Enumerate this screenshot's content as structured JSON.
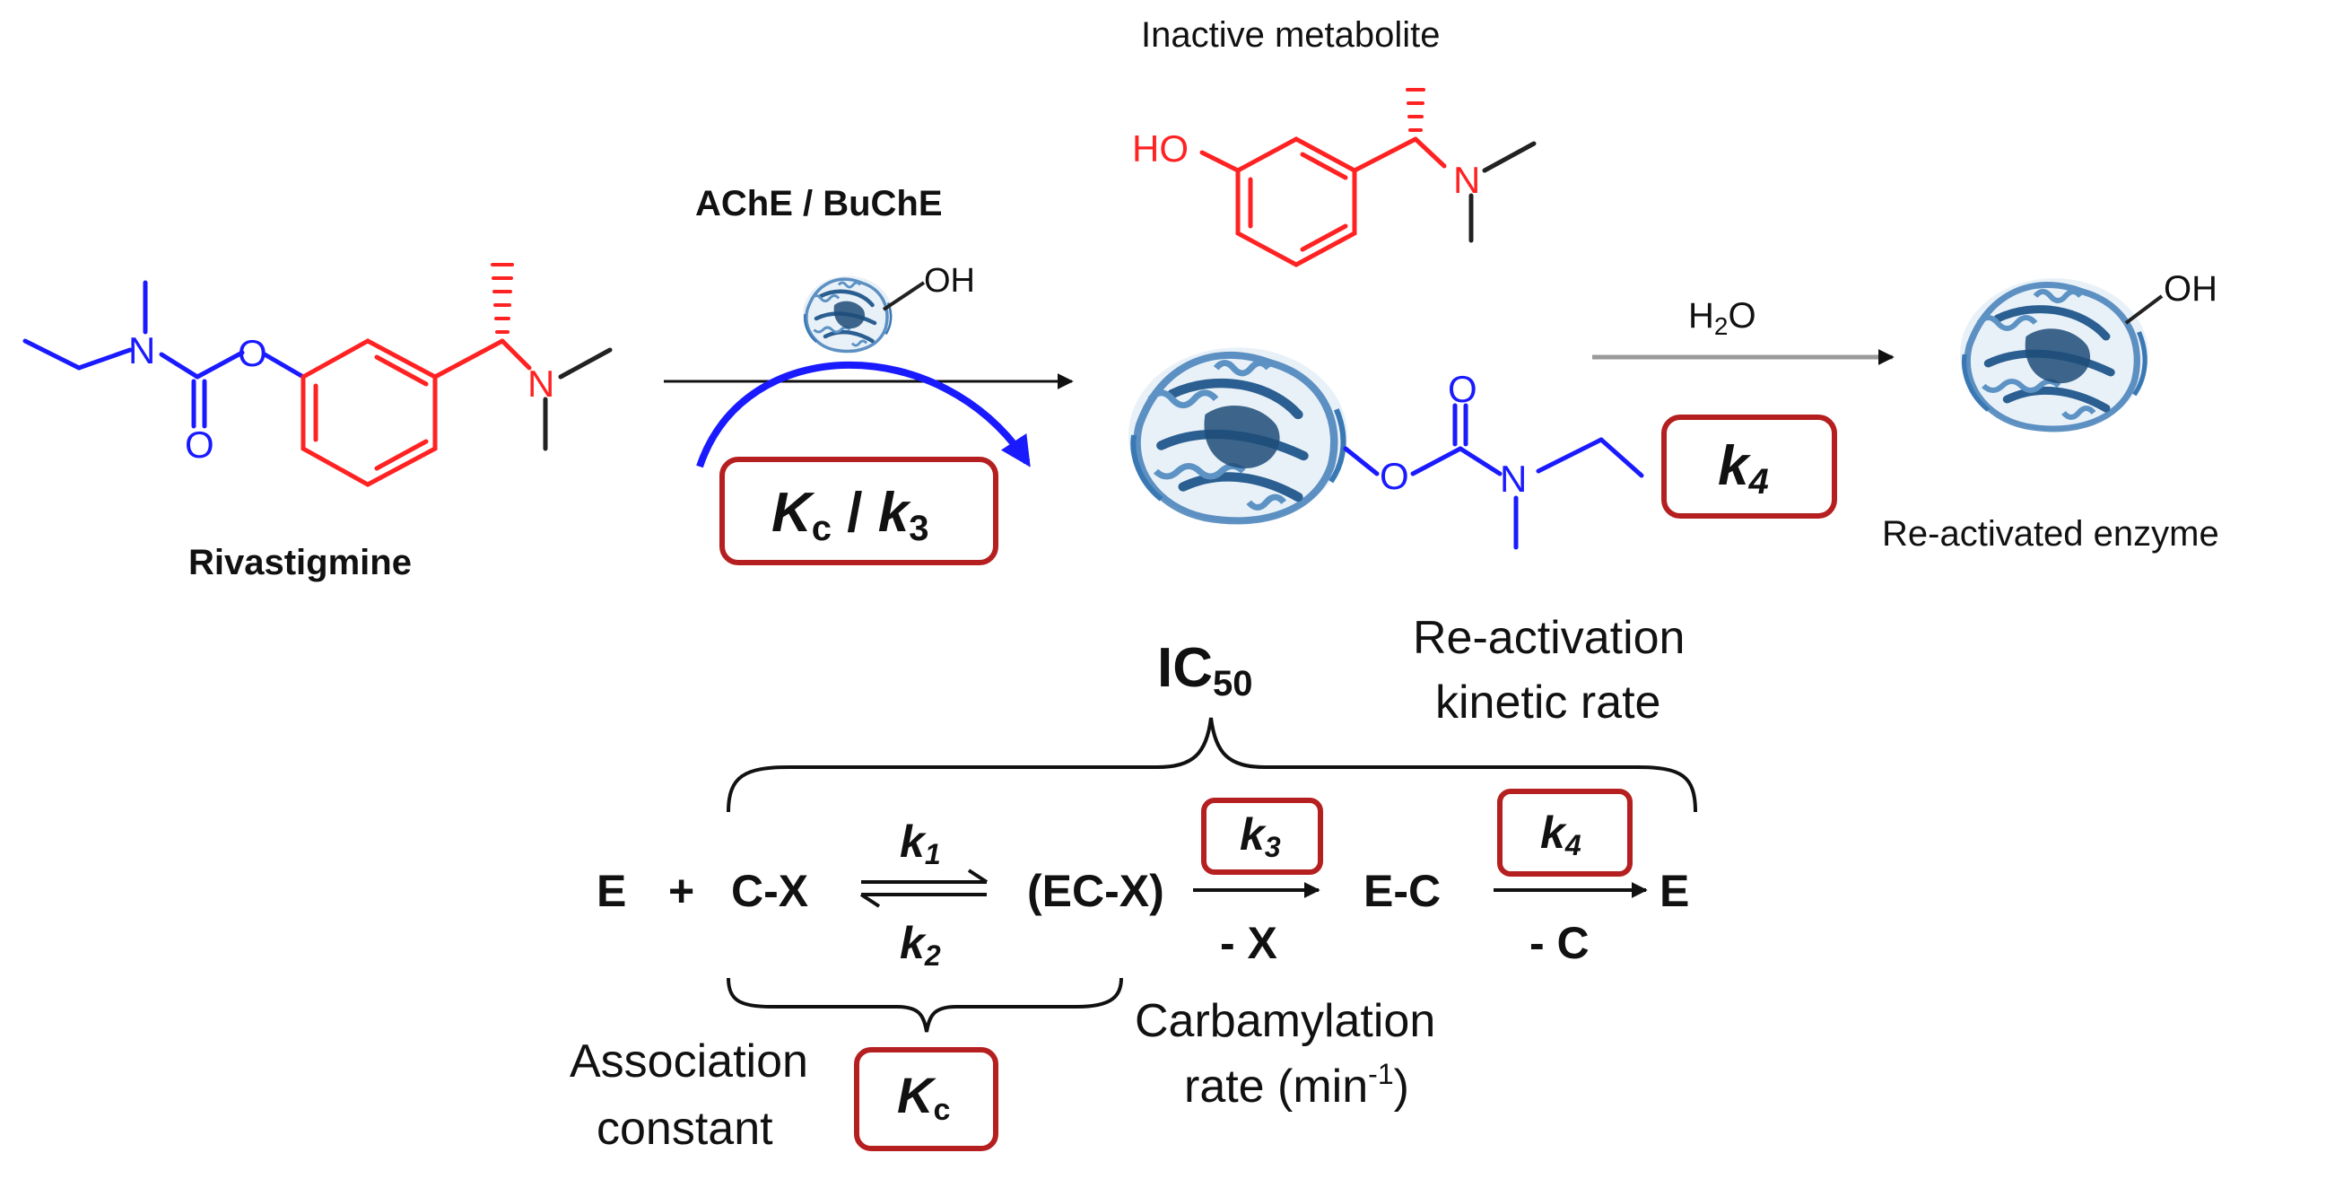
{
  "colors": {
    "blue": "#1a1aff",
    "red": "#ff2222",
    "box_red": "#b51f1f",
    "enzyme_blue": "#3a78b4",
    "arrow_grey": "#9a9a9a",
    "black": "#111111"
  },
  "icons": [
    "enzyme-ribbon-icon"
  ],
  "top": {
    "inactive_metabolite": "Inactive metabolite",
    "ache_buche": "AChE / BuChE",
    "rivastigmine": "Rivastigmine",
    "water_h": "H",
    "water_sub": "2",
    "water_o": "O",
    "reactivated": "Re-activated enzyme",
    "kc_k": "K",
    "kc_sub": "c",
    "kc_slash": " / ",
    "k3_k": "k",
    "k3_sub": "3",
    "k4_k": "k",
    "k4_sub": "4",
    "atoms": {
      "n": "N",
      "o": "O",
      "ho": "HO",
      "oh": "OH"
    }
  },
  "scheme": {
    "ic50_main": "IC",
    "ic50_sub": "50",
    "reactivation_line1": "Re-activation",
    "reactivation_line2": "kinetic rate",
    "e1": "E",
    "plus": "+",
    "cx": "C-X",
    "ecx": "(EC-X)",
    "ec": "E-C",
    "e2": "E",
    "k1_k": "k",
    "k1_sub": "1",
    "k2_k": "k",
    "k2_sub": "2",
    "k3_k": "k",
    "k3_sub": "3",
    "k4_k": "k",
    "k4_sub": "4",
    "minus_x": "- X",
    "minus_c": "- C",
    "carbamylation_line1": "Carbamylation",
    "carbamylation_line2a": "rate (min",
    "carbamylation_sup": "-1",
    "carbamylation_line2b": ")",
    "association_line1": "Association",
    "association_line2": "constant",
    "kc_k": "K",
    "kc_sub": "c"
  }
}
